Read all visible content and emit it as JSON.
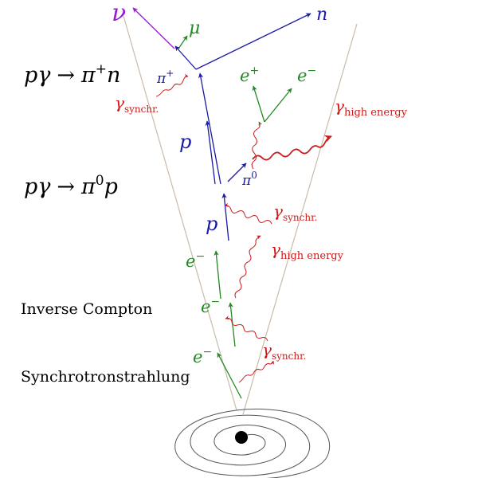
{
  "colors": {
    "blue": "#1a1aa6",
    "red": "#cc1a1a",
    "green": "#228a22",
    "violet": "#9a1ad6",
    "black": "#000000",
    "cone": "#c9bba8",
    "spiral": "#555555"
  },
  "reactions": {
    "charged": {
      "lhs": "pγ",
      "arrow": "→",
      "pion": "π",
      "charge": "+",
      "product": "n"
    },
    "neutral": {
      "lhs": "pγ",
      "arrow": "→",
      "pion": "π",
      "charge": "0",
      "product": "p"
    }
  },
  "processes": {
    "inverse_compton": "Inverse Compton",
    "synchrotron": "Synchrotronstrahlung"
  },
  "particles": {
    "nu": "ν",
    "mu": "μ",
    "n": "n",
    "pi": "π",
    "pi_plus_charge": "+",
    "pi_zero_charge": "0",
    "p": "p",
    "e": "e",
    "e_plus_charge": "+",
    "e_minus_charge": "−"
  },
  "photons": {
    "gamma": "γ",
    "synchr": "synchr.",
    "high_energy": "high energy"
  }
}
